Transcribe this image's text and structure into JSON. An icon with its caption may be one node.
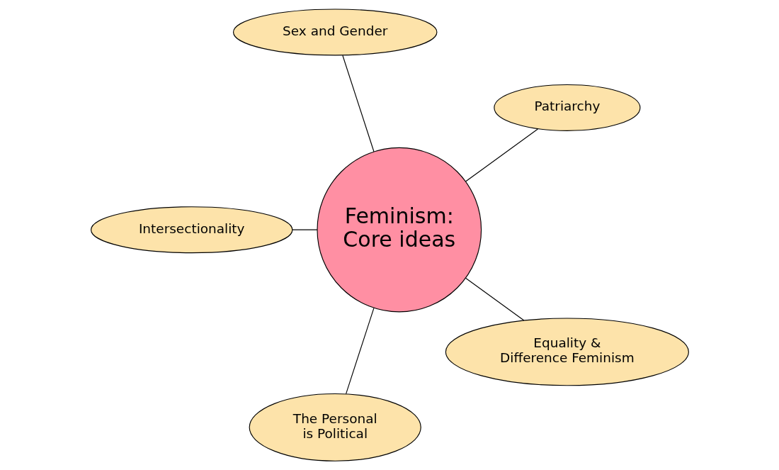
{
  "diagram": {
    "nodes": [
      {
        "text": [
          "Patriarchy"
        ]
      },
      {
        "text": [
          "Sex and Gender"
        ]
      },
      {
        "text": [
          "Intersectionality"
        ]
      },
      {
        "text": [
          "Feminism: Core ideas"
        ]
      },
      {
        "text": [
          "The Personal is Political"
        ]
      },
      {
        "text": [
          "Equality & Difference Feminism"
        ]
      }
    ],
    "edges": [
      {
        "from": 3,
        "to": 0,
        "arrow": "none"
      },
      {
        "from": 3,
        "to": 1,
        "arrow": "none"
      },
      {
        "from": 3,
        "to": 2,
        "arrow": "none"
      },
      {
        "from": 3,
        "to": 4,
        "arrow": "none"
      },
      {
        "from": 3,
        "to": 5,
        "arrow": "none"
      }
    ]
  }
}
